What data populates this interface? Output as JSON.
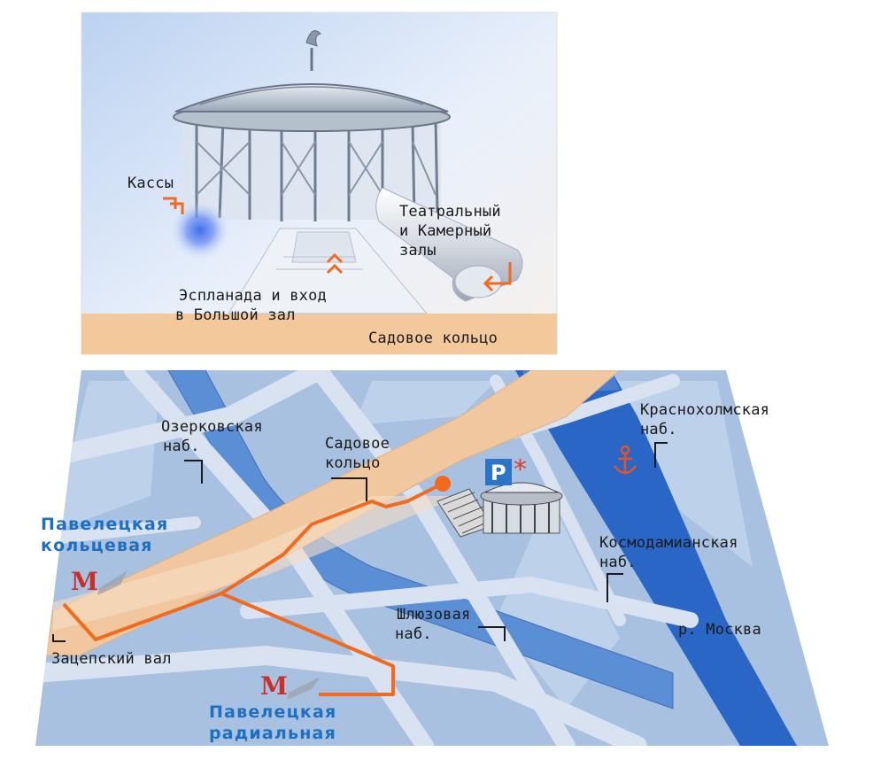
{
  "colors": {
    "route": "#f26a1e",
    "river": "#2a66c6",
    "canal": "#5a8fd6",
    "map_base": "#a8c1e0",
    "street": "#d6e0ef",
    "garden_ring": "#f1c79f",
    "panel_sky": "#c9dbf4",
    "panel_ground": "#f3c99c",
    "metro": "#c9302c",
    "parking": "#2d73c8",
    "label_blue": "#1e6fc2"
  },
  "top_panel": {
    "kassy": "Кассы",
    "theater_hall": [
      "Театральный",
      "и Камерный",
      "залы"
    ],
    "esplanade": [
      "Эспланада и вход",
      "в Большой зал"
    ],
    "ring": "Садовое кольцо"
  },
  "map": {
    "ozerkovskaya": [
      "Озерковская",
      "наб."
    ],
    "sadovoe": [
      "Садовое",
      "кольцо"
    ],
    "krasnokholmskaya": [
      "Краснохолмская",
      "наб."
    ],
    "pav_ring": [
      "Павелецкая",
      "кольцевая"
    ],
    "kosmodamianskaya": [
      "Космодамианская",
      "наб."
    ],
    "shluzovaya": [
      "Шлюзовая",
      "наб."
    ],
    "moskva_river": "р. Москва",
    "zatsepsky": "Зацепский вал",
    "pav_radial": [
      "Павелецкая",
      "радиальная"
    ],
    "metro_letter": "M",
    "parking_letter": "P",
    "asterisk": "*",
    "anchor_icon": "anchor-icon"
  }
}
